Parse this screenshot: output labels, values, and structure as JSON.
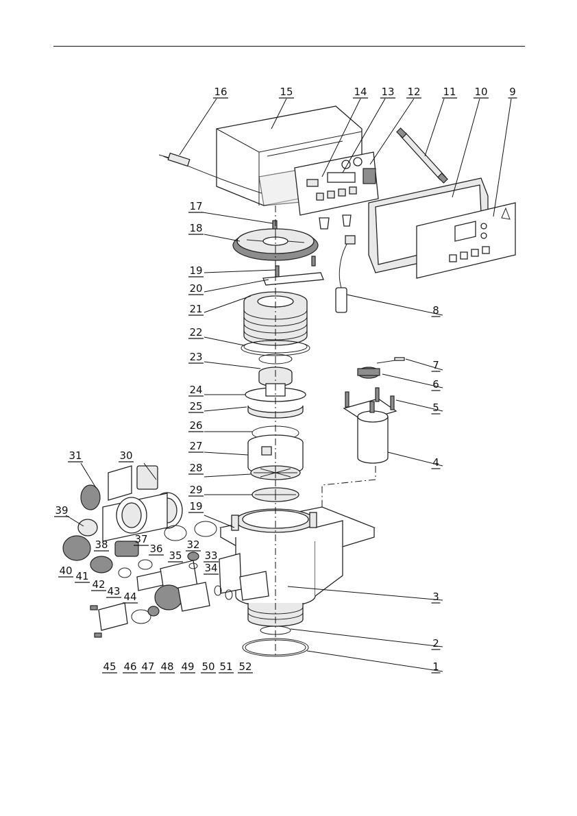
{
  "callouts": [
    {
      "id": "1",
      "text": "1"
    },
    {
      "id": "2",
      "text": "2"
    },
    {
      "id": "3",
      "text": "3"
    },
    {
      "id": "4",
      "text": "4"
    },
    {
      "id": "5",
      "text": "5"
    },
    {
      "id": "6",
      "text": "6"
    },
    {
      "id": "7",
      "text": "7"
    },
    {
      "id": "8",
      "text": "8"
    },
    {
      "id": "9",
      "text": "9"
    },
    {
      "id": "10",
      "text": "10"
    },
    {
      "id": "11",
      "text": "11"
    },
    {
      "id": "12",
      "text": "12"
    },
    {
      "id": "13",
      "text": "13"
    },
    {
      "id": "14",
      "text": "14"
    },
    {
      "id": "15",
      "text": "15"
    },
    {
      "id": "16",
      "text": "16"
    },
    {
      "id": "17",
      "text": "17"
    },
    {
      "id": "18",
      "text": "18"
    },
    {
      "id": "19a",
      "text": "19"
    },
    {
      "id": "20",
      "text": "20"
    },
    {
      "id": "21",
      "text": "21"
    },
    {
      "id": "22",
      "text": "22"
    },
    {
      "id": "23",
      "text": "23"
    },
    {
      "id": "24",
      "text": "24"
    },
    {
      "id": "25",
      "text": "25"
    },
    {
      "id": "26",
      "text": "26"
    },
    {
      "id": "27",
      "text": "27"
    },
    {
      "id": "28",
      "text": "28"
    },
    {
      "id": "29",
      "text": "29"
    },
    {
      "id": "19b",
      "text": "19"
    },
    {
      "id": "30",
      "text": "30"
    },
    {
      "id": "31",
      "text": "31"
    },
    {
      "id": "32",
      "text": "32"
    },
    {
      "id": "33",
      "text": "33"
    },
    {
      "id": "34",
      "text": "34"
    },
    {
      "id": "35",
      "text": "35"
    },
    {
      "id": "36",
      "text": "36"
    },
    {
      "id": "37",
      "text": "37"
    },
    {
      "id": "38",
      "text": "38"
    },
    {
      "id": "39",
      "text": "39"
    },
    {
      "id": "40",
      "text": "40"
    },
    {
      "id": "41",
      "text": "41"
    },
    {
      "id": "42",
      "text": "42"
    },
    {
      "id": "43",
      "text": "43"
    },
    {
      "id": "44",
      "text": "44"
    },
    {
      "id": "45",
      "text": "45"
    },
    {
      "id": "46",
      "text": "46"
    },
    {
      "id": "47",
      "text": "47"
    },
    {
      "id": "48",
      "text": "48"
    },
    {
      "id": "49",
      "text": "49"
    },
    {
      "id": "50",
      "text": "50"
    },
    {
      "id": "51",
      "text": "51"
    },
    {
      "id": "52",
      "text": "52"
    }
  ]
}
